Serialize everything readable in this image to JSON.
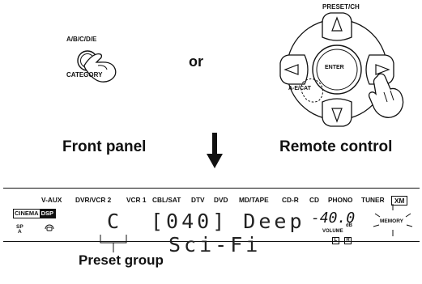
{
  "front_panel": {
    "button_label": "A/B/C/D/E",
    "button_sublabel": "CATEGORY",
    "caption": "Front panel"
  },
  "connector": "or",
  "remote": {
    "top_label": "PRESET/CH",
    "center_label": "ENTER",
    "left_sublabel": "A-E/CAT",
    "caption": "Remote control"
  },
  "display": {
    "inputs": [
      "V-AUX",
      "DVR/VCR 2",
      "VCR 1",
      "CBL/SAT",
      "DTV",
      "DVD",
      "MD/TAPE",
      "CD-R",
      "CD",
      "PHONO",
      "TUNER",
      "XM"
    ],
    "logo_left": "CINEMA",
    "logo_right": "DSP",
    "sp_label": "SP",
    "sp_sub": "A",
    "preset_group_char": "C",
    "preset_text": "[040] Deep",
    "preset_line2": "Sci-Fi",
    "volume_value": "-40.0",
    "volume_unit": "dB",
    "volume_label": "VOLUME",
    "lr_left": "L",
    "lr_right": "R",
    "memory_label": "MEMORY"
  },
  "callout": "Preset group"
}
